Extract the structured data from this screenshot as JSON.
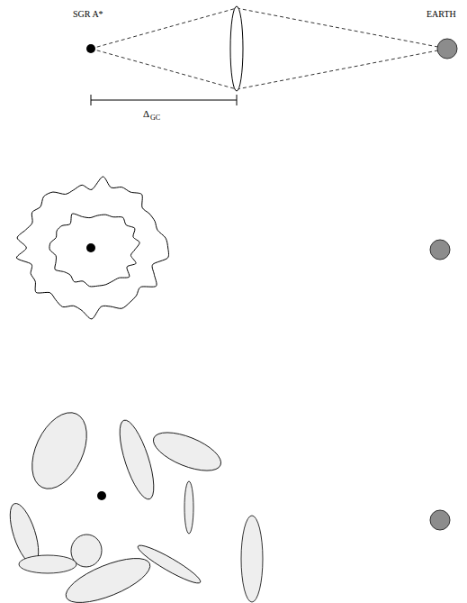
{
  "diagram": {
    "labels": [
      "SGR A*",
      "EARTH",
      "Δ",
      "GC"
    ]
  }
}
